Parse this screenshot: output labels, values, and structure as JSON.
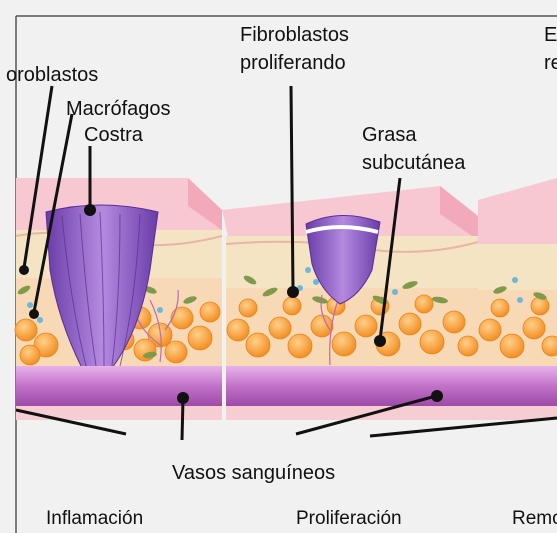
{
  "labels": {
    "fibroblastos_left": "oroblastos",
    "macrofagos": "Macrófagos",
    "costra": "Costra",
    "fibroblastos_prolif_1": "Fibroblastos",
    "fibroblastos_prolif_2": "proliferando",
    "grasa_1": "Grasa",
    "grasa_2": "subcutánea",
    "right_top_1": "E",
    "right_top_2": "re",
    "vasos": "Vasos sanguíneos"
  },
  "phases": {
    "inflamacion": "Inflamación",
    "proliferacion": "Proliferación",
    "remodelacion": "Remo"
  },
  "colors": {
    "background": "#f1f1f1",
    "skin_top": "#f7c7d2",
    "skin_side": "#f2aabb",
    "dermis": "#f4e4c4",
    "fat": "#f59a2c",
    "vessel": "#c274c9",
    "scab": "#8f5dc6",
    "frame": "#555555"
  }
}
